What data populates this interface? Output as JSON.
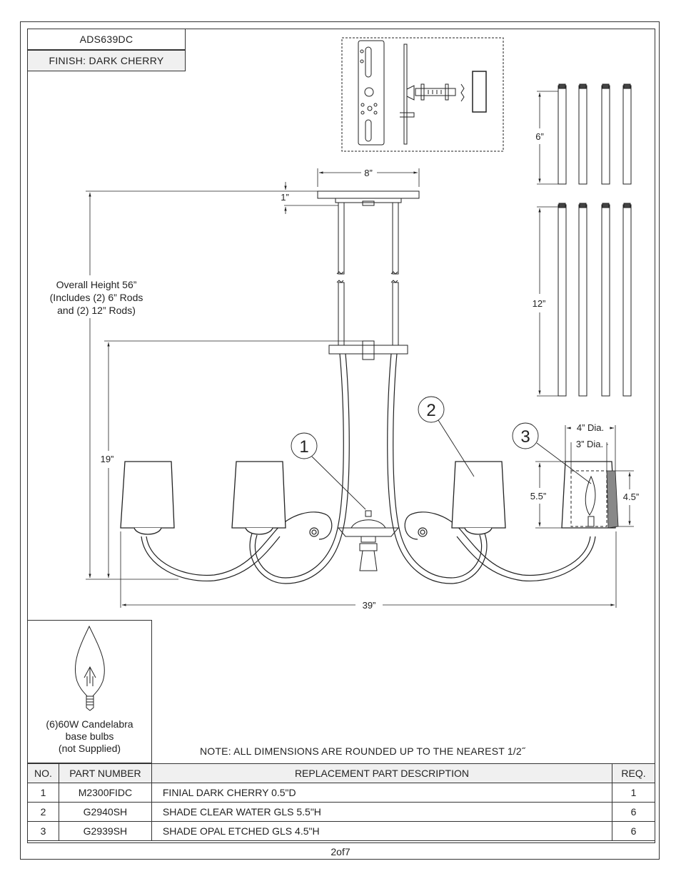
{
  "header": {
    "model": "ADS639DC",
    "finish": "FINISH: DARK CHERRY"
  },
  "dimensions": {
    "canopy_width": "8”",
    "canopy_gap": "1”",
    "overall_height_lines": [
      "Overall Height 56”",
      "(Includes (2) 6” Rods",
      "and (2) 12” Rods)"
    ],
    "body_height": "19”",
    "overall_width": "39”",
    "rod_short": "6”",
    "rod_long": "12”",
    "shade_top_dia": "4” Dia.",
    "shade_bottom_dia": "3” Dia.",
    "shade_height_left": "5.5”",
    "shade_height_right": "4.5”"
  },
  "callouts": [
    "1",
    "2",
    "3"
  ],
  "bulb": {
    "lines": [
      "(6)60W Candelabra",
      "base bulbs",
      "(not Supplied)"
    ]
  },
  "note": "NOTE:  ALL DIMENSIONS ARE ROUNDED UP TO THE NEAREST  1/2˝",
  "parts_table": {
    "headers": [
      "NO.",
      "PART NUMBER",
      "REPLACEMENT PART DESCRIPTION",
      "REQ."
    ],
    "rows": [
      [
        "1",
        "M2300FIDC",
        "FINIAL DARK CHERRY 0.5\"D",
        "1"
      ],
      [
        "2",
        "G2940SH",
        "SHADE CLEAR WATER GLS 5.5\"H",
        "6"
      ],
      [
        "3",
        "G2939SH",
        "SHADE OPAL ETCHED GLS 4.5\"H",
        "6"
      ]
    ]
  },
  "page": "2of7"
}
